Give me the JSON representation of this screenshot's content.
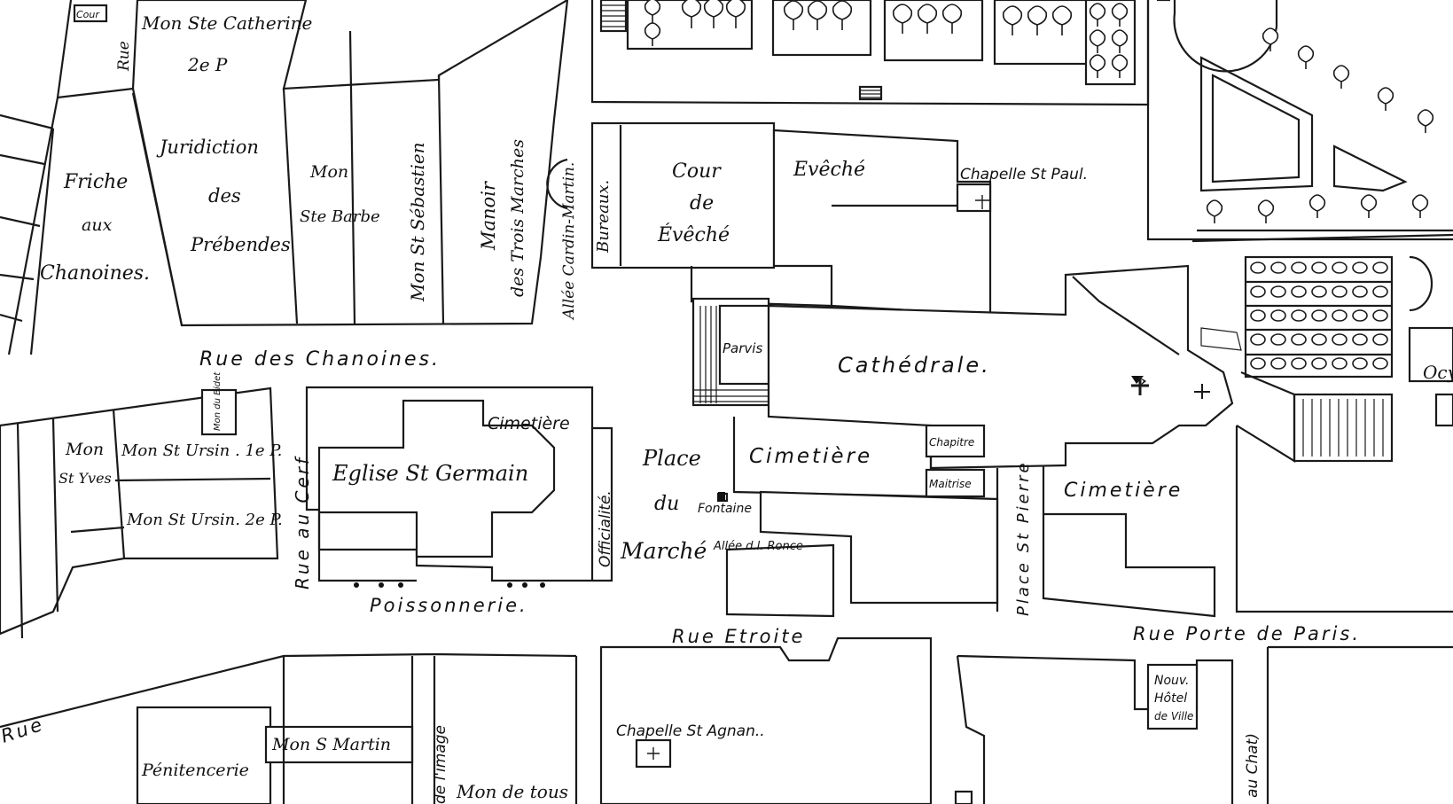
{
  "map": {
    "colors": {
      "ink": "#1a1a1a",
      "paper": "#ffffff"
    },
    "icons": [
      "cross-icon",
      "tree-icon",
      "fountain-icon",
      "steps-icon"
    ],
    "labels": {
      "cour_top": "Cour",
      "ste_catherine": "Mon Ste Catherine",
      "ste_catherine_2p": "2e P",
      "rue_top": "Rue",
      "juridiction": "Juridiction",
      "juridiction_des": "des",
      "juridiction_prebendes": "Prébendes",
      "friche": "Friche",
      "friche_aux": "aux",
      "friche_chanoines": "Chanoines.",
      "mon_ste_barbe_1": "Mon",
      "mon_ste_barbe_2": "Ste Barbe",
      "st_sebastien": "Mon St Sébastien",
      "manoir_1": "Manoir",
      "manoir_2": "des Trois Marches",
      "allee_cardin": "Allée Cardin-Martin.",
      "bureaux": "Bureaux.",
      "cour_de_eveche_1": "Cour",
      "cour_de_eveche_2": "de",
      "cour_de_eveche_3": "Évêché",
      "eveche": "Evêché",
      "chapelle_st_paul": "Chapelle St Paul.",
      "rue_des_chanoines": "Rue des Chanoines.",
      "parvis": "Parvis",
      "cathedrale": "Cathédrale.",
      "ocy": "Ocy",
      "mon_st_yves_1": "Mon",
      "mon_st_yves_2": "St Yves",
      "mon_st_ursin_1p": "Mon St Ursin . 1e P.",
      "mon_st_ursin_2p": "Mon St Ursin. 2e P.",
      "bidet": "Mon du Bidet",
      "rue_au_cerf": "Rue au Cerf",
      "eglise_st_germain": "Eglise St Germain",
      "cimetiere_germain": "Cimetière",
      "officialite": "Officialité.",
      "place": "Place",
      "du": "du",
      "fontaine": "Fontaine",
      "marche": "Marché",
      "allee_ronce": "Allée d.l. Ronce",
      "cimetiere_cathedrale": "Cimetière",
      "chapitre": "Chapitre",
      "maitrise": "Maitrise",
      "place_st_pierre": "Place St Pierre",
      "cimetiere_right": "Cimetière",
      "poissonnerie": "Poissonnerie.",
      "rue_etroite": "Rue Etroite",
      "rue_porte_de_paris": "Rue Porte de Paris.",
      "rue_bottom_left": "Rue",
      "penitencerie": "Pénitencerie",
      "mon_s_martin": "Mon S Martin",
      "image": "de l'image",
      "mon_de_tous": "Mon de tous",
      "chapelle_st_agnan": "Chapelle St Agnan..",
      "nouv_hotel_1": "Nouv.",
      "nouv_hotel_2": "Hôtel",
      "nouv_hotel_3": "de Ville",
      "au_chat": "au Chat)"
    }
  }
}
